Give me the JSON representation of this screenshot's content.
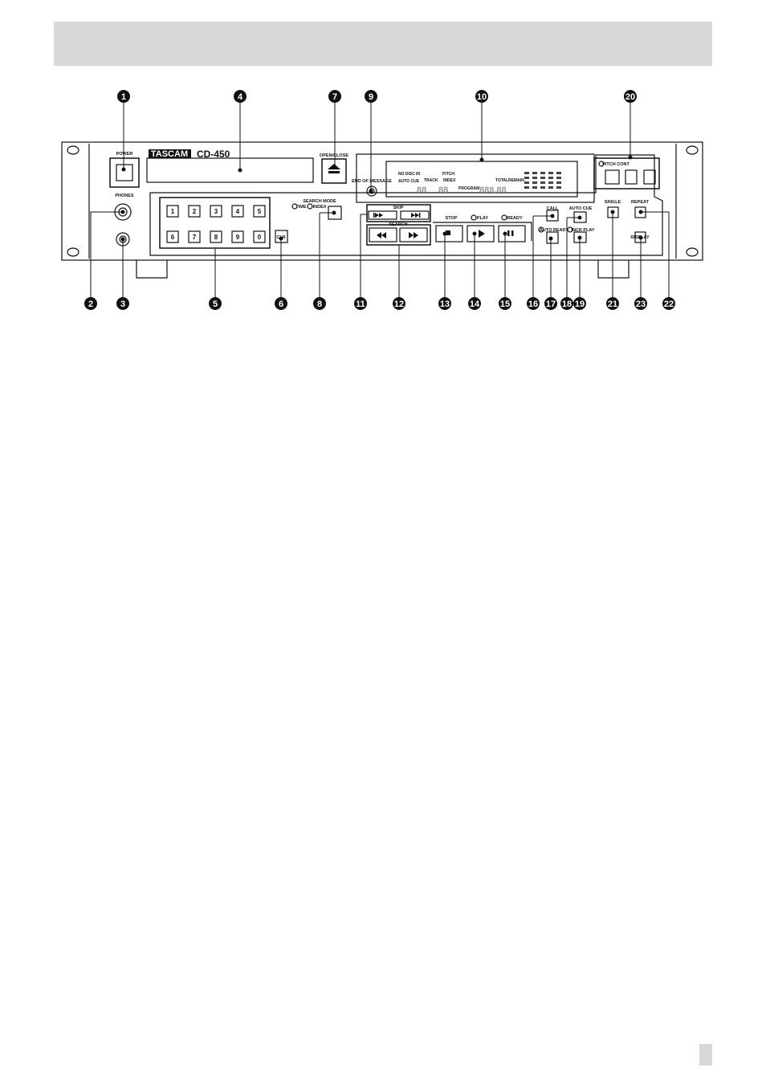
{
  "brand": "TASCAM",
  "model": "CD-450",
  "labels": {
    "power": "POWER",
    "phones": "PHONES",
    "open_close": "OPEN/CLOSE",
    "end_of_message": "END OF MESSAGE",
    "search_mode": "SEARCH MODE",
    "time": "TIME",
    "index": "INDEX",
    "skip": "SKIP",
    "search": "SEARCH",
    "stop": "STOP",
    "play": "PLAY",
    "ready": "READY",
    "call": "CALL",
    "auto_ready": "AUTO READY",
    "auto_cue": "AUTO CUE",
    "incr_play": "INCR PLAY",
    "pitch_cont": "PITCH CONT",
    "single": "SINGLE",
    "repeat": "REPEAT",
    "display": "DISPLAY",
    "clr": "CLR"
  },
  "keypad": [
    "1",
    "2",
    "3",
    "4",
    "5",
    "6",
    "7",
    "8",
    "9",
    "0"
  ],
  "lcd": {
    "no_disc": "NO DISC",
    "in": "IN",
    "auto_cue": "AUTO CUE",
    "track": "TRACK",
    "pitch": "PITCH",
    "index": "INDEX",
    "program": "PROGRAM",
    "total": "TOTAL",
    "remain": "REMAIN",
    "digits_track": "88",
    "digits_index": "88",
    "digits_time": "888.88"
  },
  "callouts": {
    "top": [
      "1",
      "4",
      "7",
      "9",
      "10",
      "20"
    ],
    "bottom": [
      "2",
      "3",
      "5",
      "6",
      "8",
      "11",
      "12",
      "13",
      "14",
      "15",
      "16",
      "17",
      "18",
      "19",
      "21",
      "23",
      "22"
    ]
  }
}
